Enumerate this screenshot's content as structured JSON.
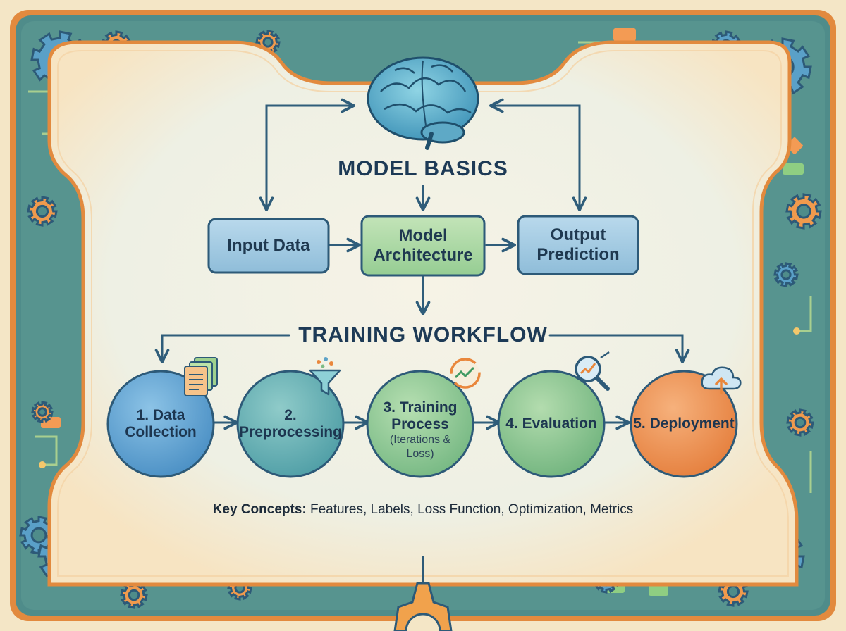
{
  "model_basics": {
    "title": "MODEL BASICS",
    "input": "Input Data",
    "architecture_line1": "Model",
    "architecture_line2": "Architecture",
    "output_line1": "Output",
    "output_line2": "Prediction"
  },
  "training_workflow": {
    "title": "TRAINING WORKFLOW",
    "steps": [
      {
        "line1": "1. Data",
        "line2": "Collection",
        "color": "#4f94c9",
        "icon": "documents-icon"
      },
      {
        "line1": "2.",
        "line2": "Preprocessing",
        "color": "#55a6ad",
        "icon": "funnel-icon"
      },
      {
        "line1": "3. Training",
        "line2": "Process",
        "sub1": "(Iterations &",
        "sub2": "Loss)",
        "color": "#7dbc86",
        "icon": "refresh-chart-icon"
      },
      {
        "line1": "4. Evaluation",
        "color": "#7dbc86",
        "icon": "magnifier-chart-icon"
      },
      {
        "line1": "5. Deployment",
        "color": "#ec8a4a",
        "icon": "cloud-upload-icon"
      }
    ]
  },
  "key_concepts": {
    "label": "Key Concepts:",
    "items": "Features, Labels, Loss Function, Optimization, Metrics"
  },
  "colors": {
    "frame_teal": "#4d8a8c",
    "frame_orange": "#e48a3e",
    "panel": "#f2efe0",
    "box_blue": "#9cc6e0",
    "box_green": "#a9d7a3",
    "arrow": "#2f5d7a"
  }
}
